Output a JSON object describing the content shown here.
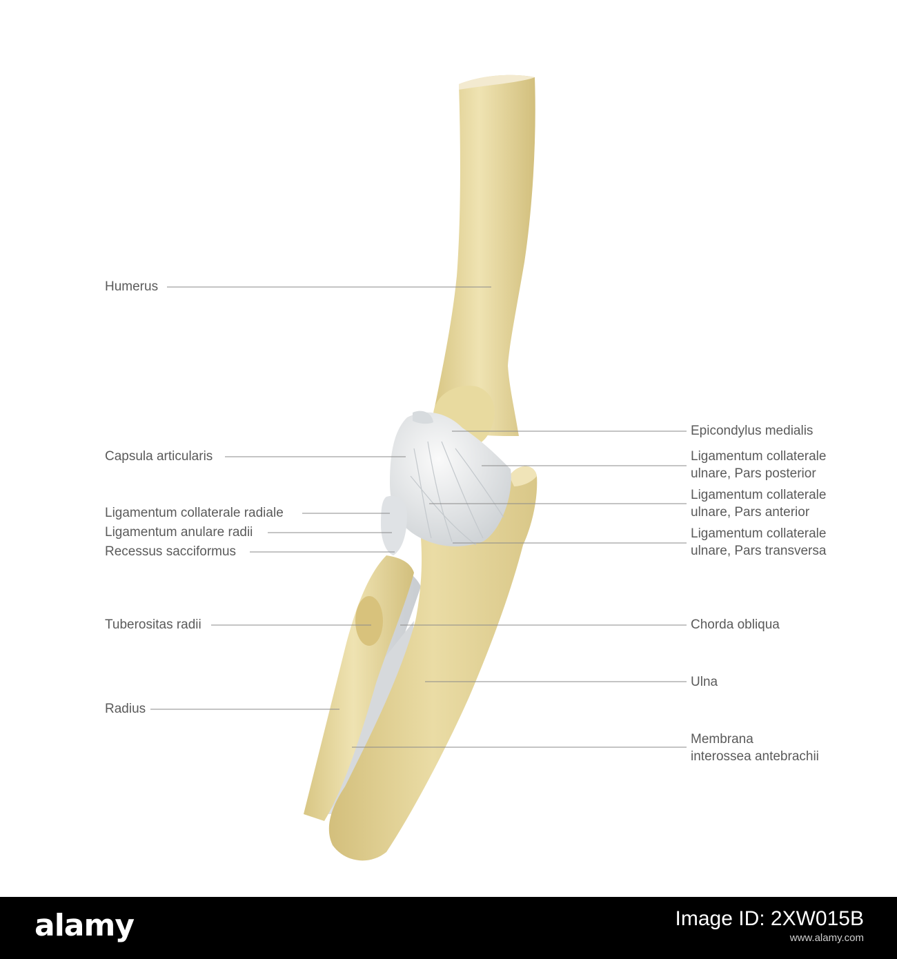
{
  "labels_left": [
    {
      "id": "humerus",
      "text": "Humerus"
    },
    {
      "id": "capsula",
      "text": "Capsula articularis"
    },
    {
      "id": "lig-coll-rad",
      "text": "Ligamentum collaterale radiale"
    },
    {
      "id": "lig-anulare",
      "text": "Ligamentum anulare radii"
    },
    {
      "id": "recessus",
      "text": "Recessus sacciformus"
    },
    {
      "id": "tuberositas",
      "text": "Tuberositas radii"
    },
    {
      "id": "radius",
      "text": "Radius"
    }
  ],
  "labels_right": [
    {
      "id": "epicondylus",
      "line1": "Epicondylus medialis",
      "line2": ""
    },
    {
      "id": "lig-post",
      "line1": "Ligamentum collaterale",
      "line2": "ulnare, Pars posterior"
    },
    {
      "id": "lig-ant",
      "line1": "Ligamentum collaterale",
      "line2": "ulnare, Pars anterior"
    },
    {
      "id": "lig-trans",
      "line1": "Ligamentum collaterale",
      "line2": "ulnare, Pars transversa"
    },
    {
      "id": "chorda",
      "line1": "Chorda obliqua",
      "line2": ""
    },
    {
      "id": "ulna",
      "line1": "Ulna",
      "line2": ""
    },
    {
      "id": "membrana",
      "line1": "Membrana",
      "line2": "interossea antebrachii"
    }
  ],
  "footer": {
    "logo": "alamy",
    "image_id_label": "Image ID: 2XW015B",
    "url": "www.alamy.com"
  },
  "colors": {
    "bone": "#e3d49b",
    "bone_shadow": "#cdb978",
    "ligament": "#e6e8ea",
    "leader": "#8a8a8a",
    "text": "#5a5a5a"
  }
}
